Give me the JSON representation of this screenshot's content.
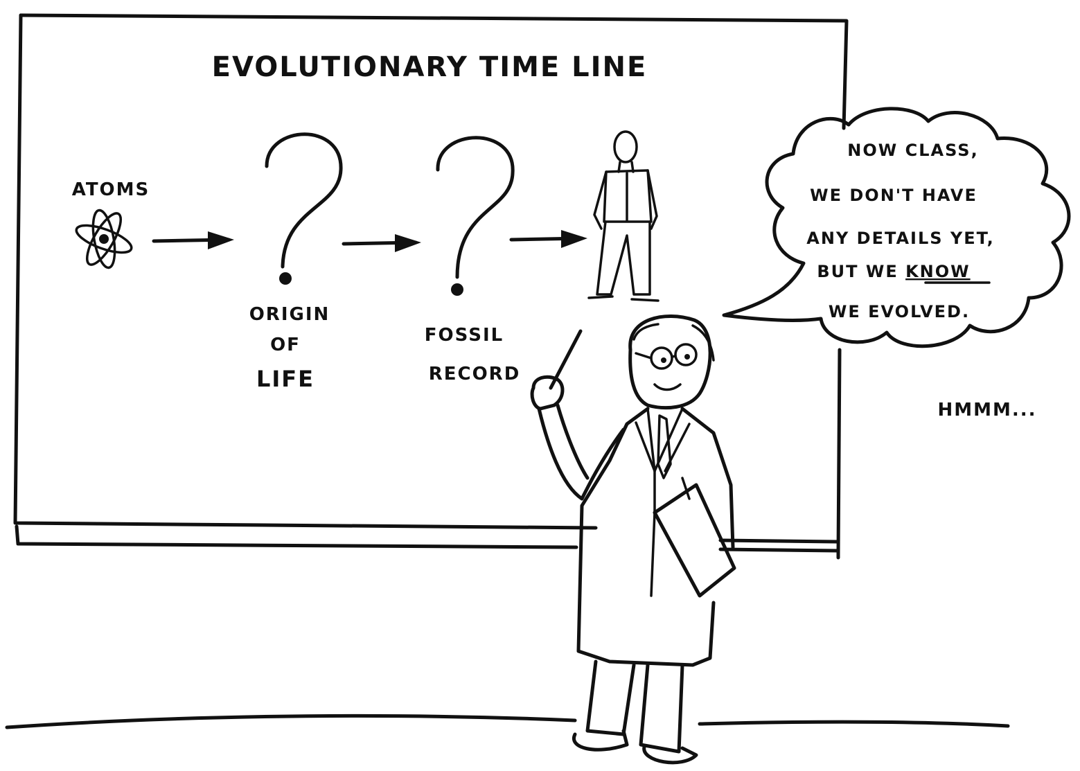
{
  "board": {
    "title": "EVOLUTIONARY TIME LINE",
    "atoms_label": "ATOMS",
    "origin_label_1": "ORIGIN",
    "origin_label_2": "OF",
    "origin_label_3": "LIFE",
    "fossil_label_1": "FOSSIL",
    "fossil_label_2": "RECORD",
    "question_mark": "?"
  },
  "speech": {
    "line1": "NOW CLASS,",
    "line2": "WE DON'T HAVE",
    "line3": "ANY DETAILS YET,",
    "line4_a": "BUT WE ",
    "line4_b": "KNOW",
    "line5": "WE EVOLVED."
  },
  "aside": {
    "text": "HMMM..."
  },
  "colors": {
    "ink": "#111111",
    "paper": "#ffffff"
  },
  "icons": [
    "atom-icon",
    "arrow-right-icon",
    "question-mark-icon"
  ]
}
